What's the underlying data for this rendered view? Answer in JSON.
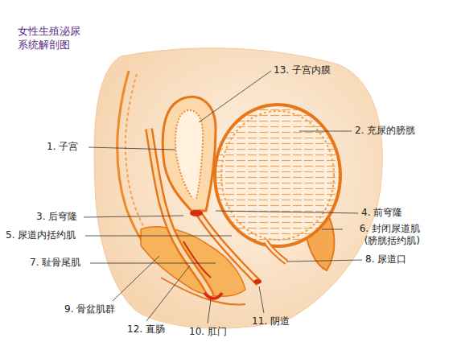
{
  "diagram": {
    "title": "女性生殖泌尿 系统解剖图",
    "labels": [
      "13. 子宫内膜",
      "2. 充尿的膀胱",
      "1. 子宫",
      "4. 前穹隆",
      "3. 后穹隆",
      "6. 封闭尿道肌 (膀胱括约肌)",
      "5. 尿道内括约肌",
      "8. 尿道口",
      "7. 耻骨尾肌",
      "9. 骨盆肌群",
      "11. 阴道",
      "12. 直肠",
      "10. 肛门"
    ]
  }
}
